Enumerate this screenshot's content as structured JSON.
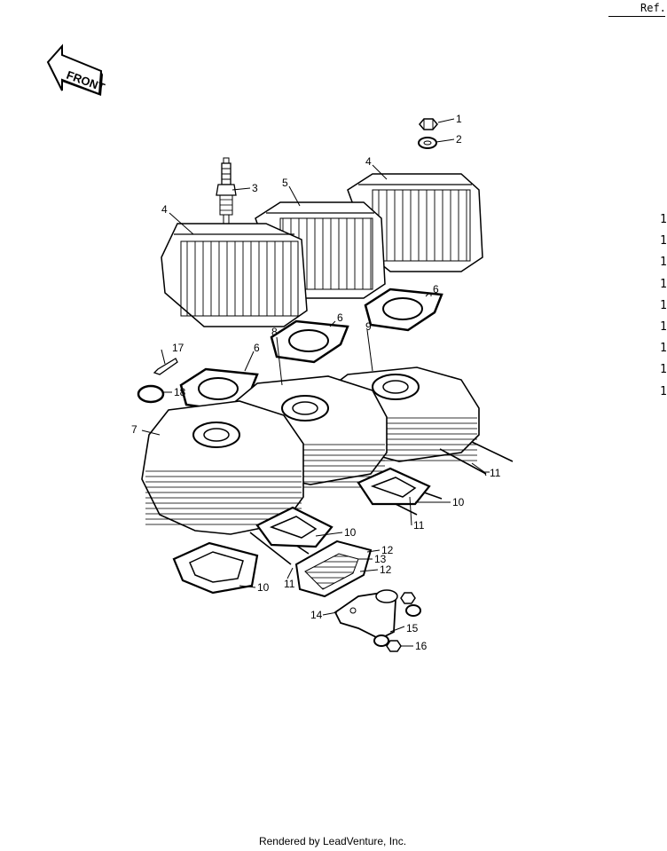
{
  "header": {
    "ref_label": "Ref."
  },
  "front_arrow": {
    "label": "FRONT"
  },
  "right_edge_numbers": [
    "1",
    "1",
    "1",
    "1",
    "1",
    "1",
    "1",
    "1",
    "1"
  ],
  "callouts": [
    {
      "id": "c1",
      "label": "1"
    },
    {
      "id": "c2",
      "label": "2"
    },
    {
      "id": "c3",
      "label": "3"
    },
    {
      "id": "c4a",
      "label": "4"
    },
    {
      "id": "c4b",
      "label": "4"
    },
    {
      "id": "c5",
      "label": "5"
    },
    {
      "id": "c6a",
      "label": "6"
    },
    {
      "id": "c6b",
      "label": "6"
    },
    {
      "id": "c6c",
      "label": "6"
    },
    {
      "id": "c7",
      "label": "7"
    },
    {
      "id": "c8",
      "label": "8"
    },
    {
      "id": "c9",
      "label": "9"
    },
    {
      "id": "c10a",
      "label": "10"
    },
    {
      "id": "c10b",
      "label": "10"
    },
    {
      "id": "c10c",
      "label": "10"
    },
    {
      "id": "c11a",
      "label": "11"
    },
    {
      "id": "c11b",
      "label": "11"
    },
    {
      "id": "c11c",
      "label": "11"
    },
    {
      "id": "c12a",
      "label": "12"
    },
    {
      "id": "c12b",
      "label": "12"
    },
    {
      "id": "c13",
      "label": "13"
    },
    {
      "id": "c14",
      "label": "14"
    },
    {
      "id": "c15",
      "label": "15"
    },
    {
      "id": "c16",
      "label": "16"
    },
    {
      "id": "c17",
      "label": "17"
    },
    {
      "id": "c18",
      "label": "18"
    }
  ],
  "footer": {
    "text": "Rendered by LeadVenture, Inc."
  }
}
